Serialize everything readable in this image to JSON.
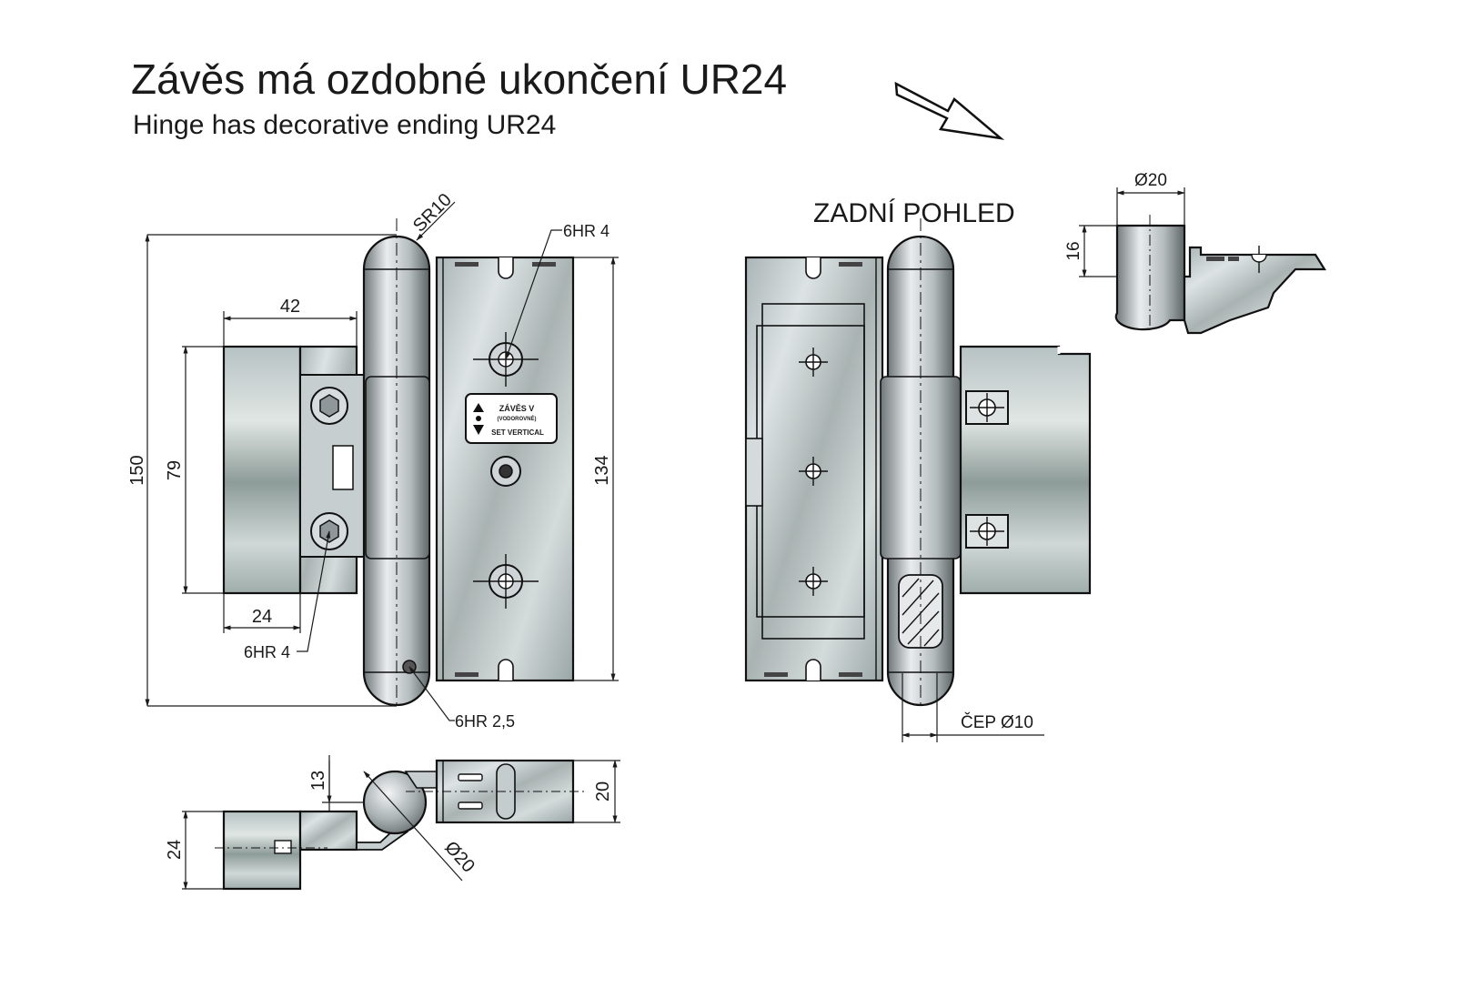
{
  "title": "Závěs má ozdobné ukončení UR24",
  "subtitle": "Hinge has decorative ending UR24",
  "back_view_label": "ZADNÍ POHLED",
  "label_plate": {
    "line1": "ZÁVĚS V",
    "line2": "(VODOROVNÉ)",
    "line3": "SET VERTICAL"
  },
  "dimensions": {
    "sr10": "SR10",
    "hr4_top": "6HR 4",
    "d42": "42",
    "d150": "150",
    "d79": "79",
    "d134": "134",
    "d24": "24",
    "hr4_bottom": "6HR 4",
    "hr25": "6HR 2,5",
    "d13": "13",
    "d20_side": "20",
    "d24_side": "24",
    "dia20_bottom": "Ø20",
    "dia20_top": "Ø20",
    "d16": "16",
    "pin": "ČEP Ø10"
  },
  "colors": {
    "metal_light": "#e2e6e8",
    "metal_dark": "#8f9a9c",
    "glass_light": "#dfe5de",
    "glass_dark": "#8d9c9a",
    "outline": "#111111"
  }
}
